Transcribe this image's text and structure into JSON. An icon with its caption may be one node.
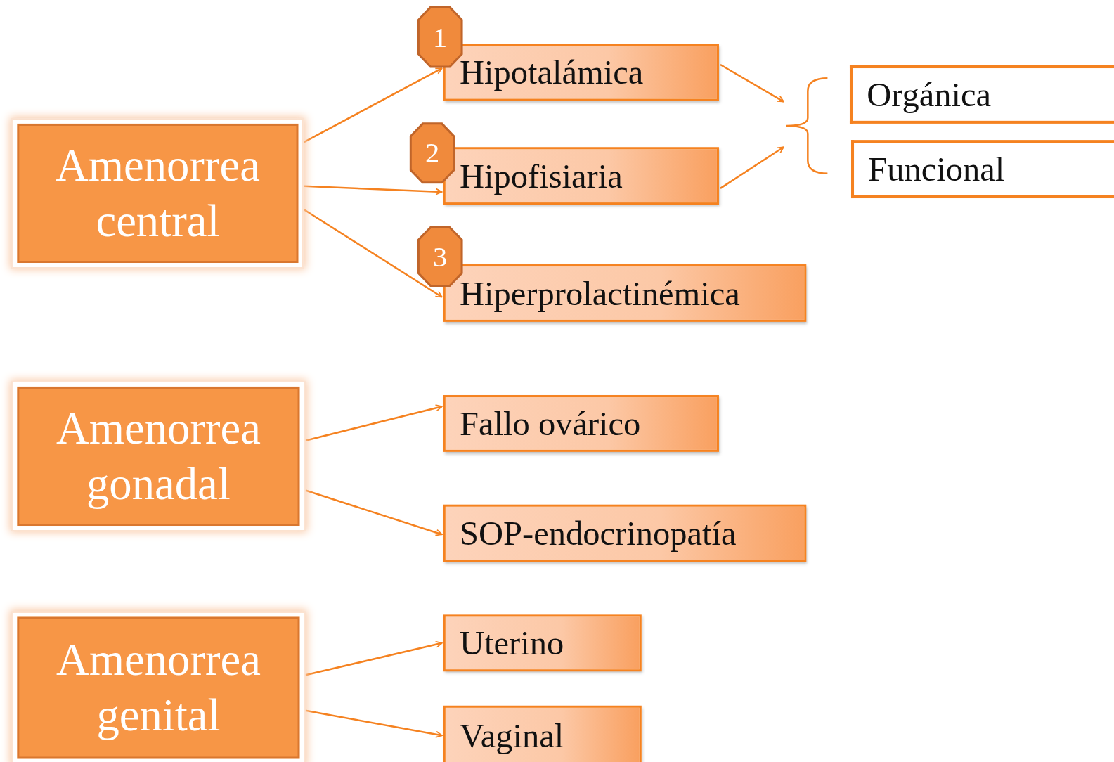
{
  "diagram": {
    "nodes": [
      {
        "text": [
          "Amenorrea central"
        ]
      },
      {
        "text": [
          "1"
        ]
      },
      {
        "text": [
          "Hipotalámica"
        ]
      },
      {
        "text": [
          "2"
        ]
      },
      {
        "text": [
          "Hipofisiaria"
        ]
      },
      {
        "text": [
          "3"
        ]
      },
      {
        "text": [
          "Hiperprolactinémica"
        ]
      },
      {
        "text": [],
        "shape": "brace"
      },
      {
        "text": [
          "Orgánica"
        ]
      },
      {
        "text": [
          "Funcional"
        ]
      },
      {
        "text": [
          "Amenorrea gonadal"
        ]
      },
      {
        "text": [
          "Fallo ovárico"
        ]
      },
      {
        "text": [
          "SOP-endocrinopatía"
        ]
      },
      {
        "text": [
          "Amenorrea genital"
        ]
      },
      {
        "text": [
          "Uterino"
        ]
      },
      {
        "text": [
          "Vaginal"
        ]
      }
    ],
    "edges": [
      {
        "from": 0,
        "to": 2,
        "arrow": "to"
      },
      {
        "from": 0,
        "to": 4,
        "arrow": "to"
      },
      {
        "from": 0,
        "to": 6,
        "arrow": "to"
      },
      {
        "from": 2,
        "to": 7,
        "arrow": "to"
      },
      {
        "from": 4,
        "to": 7,
        "arrow": "to"
      },
      {
        "from": 10,
        "to": 11,
        "arrow": "to"
      },
      {
        "from": 10,
        "to": 12,
        "arrow": "to"
      },
      {
        "from": 13,
        "to": 14,
        "arrow": "to"
      },
      {
        "from": 13,
        "to": 15,
        "arrow": "to"
      }
    ]
  }
}
